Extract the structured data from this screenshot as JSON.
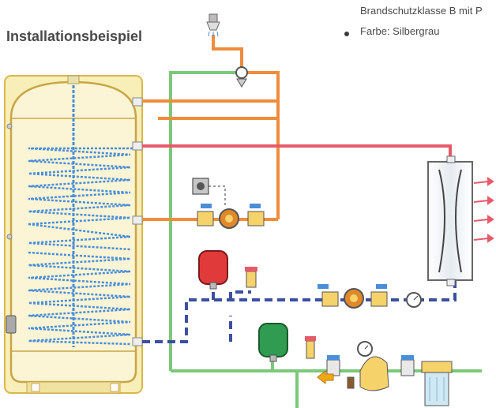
{
  "heading": "Installationsbeispiel",
  "specs": {
    "fire_class": "Brandschutzklasse B mit P",
    "color_line": "Farbe: Silbergrau"
  },
  "colors": {
    "tank_fill": "#f8eeb8",
    "tank_border": "#d8b84a",
    "coil": "#4a8ed8",
    "hot_pipe": "#e85a6a",
    "warm_pipe": "#f08c3c",
    "cold_pipe": "#7cc87a",
    "return_pipe": "#3c50a0",
    "red_vessel": "#e03a3a",
    "green_vessel": "#2f9c52"
  },
  "icons": [
    "shower-icon",
    "thermostat-icon",
    "pump-icon",
    "valve-icon",
    "pressure-gauge-icon",
    "radiator-icon",
    "filter-icon",
    "arrow-left-icon"
  ]
}
